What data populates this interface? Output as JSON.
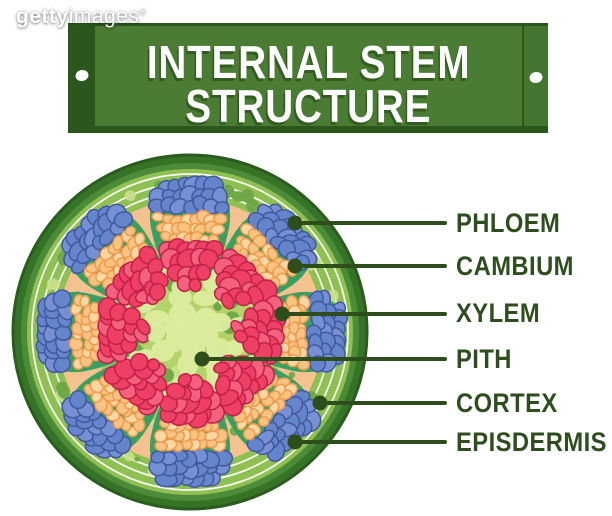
{
  "watermark": {
    "brand_bold": "getty",
    "brand_rest": "images",
    "registered": "®"
  },
  "banner": {
    "title_line1": "INTERNAL STEM",
    "title_line2": "STRUCTURE"
  },
  "diagram": {
    "labels": [
      {
        "text": "PHLOEM",
        "dot": [
          295,
          223
        ]
      },
      {
        "text": "CAMBIUM",
        "dot": [
          295,
          266
        ]
      },
      {
        "text": "XYLEM",
        "dot": [
          282,
          314
        ]
      },
      {
        "text": "PITH",
        "dot": [
          202,
          359
        ]
      },
      {
        "text": "CORTEX",
        "dot": [
          320,
          403
        ]
      },
      {
        "text": "EPISDERMIS",
        "dot": [
          295,
          442
        ]
      }
    ],
    "colors": {
      "outline": "#2a5d1d",
      "epidermis_dark": "#357427",
      "epidermis_light": "#4c8b37",
      "cortex_green": "#8fc052",
      "ground_green": "#a7cd63",
      "pith_bg": "#b2d36a",
      "spot_dark": "#6ba845",
      "spot_light": "#c9e08d",
      "peach": "#f3c28e",
      "pith_cell": "#dcec9f",
      "bundle_bg": "#3aa061",
      "phloem_blue": "#6485cc",
      "phloem_blue_light": "#7591d4",
      "phloem_blue_stroke": "#41589e",
      "cambium_orange": "#f9c383",
      "cambium_orange_light": "#fbd7a4",
      "cambium_orange_stroke": "#ee9b4d",
      "xylem_red": "#ee4064",
      "xylem_red_light": "#f4617f",
      "xylem_red_stroke": "#c22048",
      "line": "#2d4d1b",
      "banner_green": "#4a7c33",
      "banner_dark": "#2b571d",
      "banner_right": "#447631",
      "label_text": "#2d4f1e"
    }
  }
}
